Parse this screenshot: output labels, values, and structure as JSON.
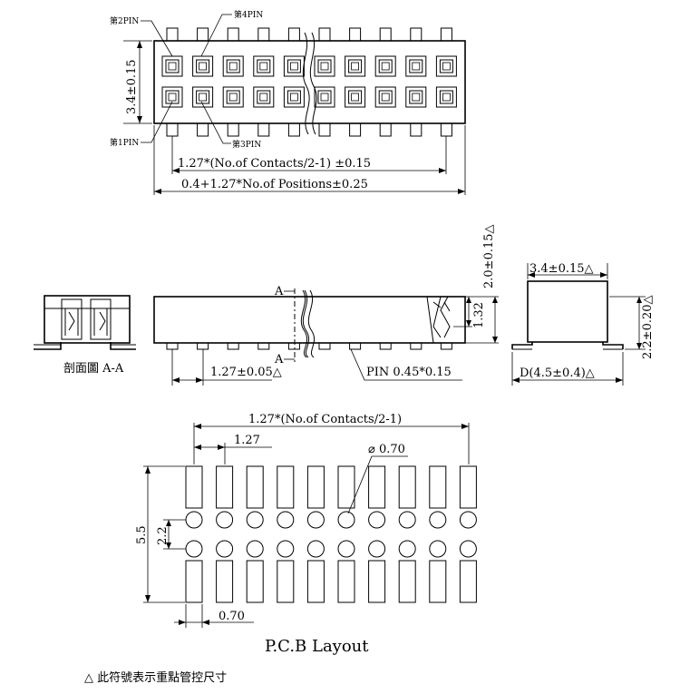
{
  "top_view": {
    "pin2_label": "第2PIN",
    "pin4_label": "第4PIN",
    "pin1_label": "第1PIN",
    "pin3_label": "第3PIN",
    "height_dim": "3.4±0.15",
    "contacts_dim": "1.27*(No.of Contacts/2-1) ±0.15",
    "positions_dim": "0.4+1.27*No.of Positions±0.25"
  },
  "section_view": {
    "label": "剖面圖 A-A"
  },
  "side_view": {
    "section_marker_top": "A",
    "section_marker_bottom": "A",
    "pitch_dim": "1.27±0.05△",
    "pin_dim": "PIN 0.45*0.15",
    "height_small": "1.32",
    "height_total": "2.0±0.15△"
  },
  "end_view": {
    "width_top": "3.4±0.15△",
    "height": "2.2±0.20△",
    "depth": "D(4.5±0.4)△"
  },
  "pcb": {
    "contacts_dim": "1.27*(No.of Contacts/2-1)",
    "pitch_dim": "1.27",
    "hole_dim": "⌀ 0.70",
    "height_outer": "5.5",
    "height_inner": "2.2",
    "pad_width": "0.70",
    "title": "P.C.B Layout"
  },
  "legend": {
    "note": "△ 此符號表示重點管控尺寸"
  }
}
